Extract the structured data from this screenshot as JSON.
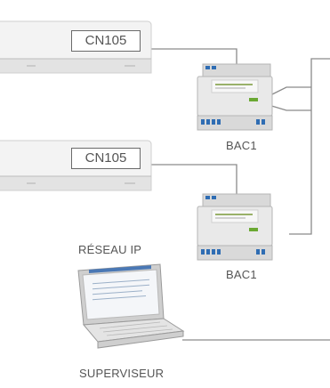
{
  "indoor_units": [
    {
      "port_label": "CN105"
    },
    {
      "port_label": "CN105"
    }
  ],
  "gateways": [
    {
      "label": "BAC1"
    },
    {
      "label": "BAC1"
    }
  ],
  "network_label": "RÉSEAU IP",
  "supervisor_label": "SUPERVISEUR",
  "colors": {
    "wire": "#8a8a8a",
    "unit_body": "#f1f1f1",
    "gateway_body": "#e6e6e6",
    "terminal": "#2f6db3"
  }
}
